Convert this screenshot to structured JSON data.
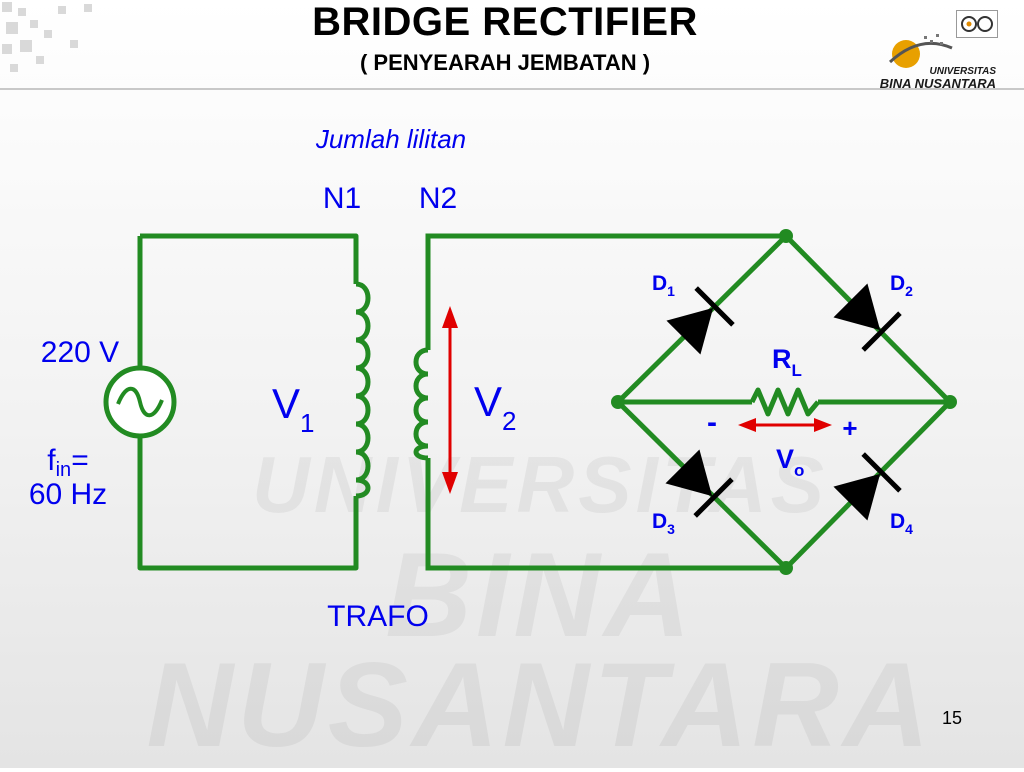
{
  "slide": {
    "title": "BRIDGE RECTIFIER",
    "subtitle": "( PENYEARAH JEMBATAN )",
    "page_number": "15"
  },
  "logo": {
    "line1": "UNIVERSITAS",
    "line2": "BINA NUSANTARA",
    "watermark_line1": "UNIVERSITAS",
    "watermark_line2": "BINA NUSANTARA"
  },
  "labels": {
    "turns_caption": "Jumlah lilitan",
    "n1": "N1",
    "n2": "N2",
    "source_voltage": "220 V",
    "freq_f": "f",
    "freq_sub": "in",
    "freq_eq": "=",
    "freq_value": "60 Hz",
    "v1_main": "V",
    "v1_sub": "1",
    "v2_main": "V",
    "v2_sub": "2",
    "transformer": "TRAFO",
    "d1_main": "D",
    "d1_sub": "1",
    "d2_main": "D",
    "d2_sub": "2",
    "d3_main": "D",
    "d3_sub": "3",
    "d4_main": "D",
    "d4_sub": "4",
    "rl_main": "R",
    "rl_sub": "L",
    "vo_main": "V",
    "vo_sub": "o",
    "minus": "-",
    "plus": "+"
  },
  "colors": {
    "wire": "#228b22",
    "diode": "#000000",
    "arrow": "#e00000",
    "label": "#0000ee"
  }
}
